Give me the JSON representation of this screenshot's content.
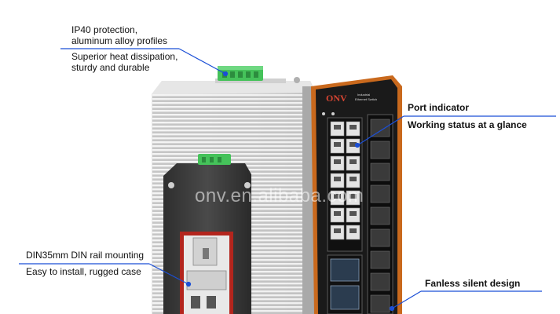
{
  "annotations": {
    "top_left": {
      "line1": "IP40 protection,",
      "line2": "aluminum alloy profiles",
      "line3": "Superior heat dissipation,",
      "line4": "sturdy and durable"
    },
    "port_indicator": {
      "title": "Port indicator",
      "subtitle": "Working status at a glance"
    },
    "din_rail": {
      "title": "DIN35mm DIN rail mounting",
      "subtitle": "Easy to install, rugged case"
    },
    "fanless": {
      "title": "Fanless silent design"
    }
  },
  "device": {
    "brand_logo": "ONV",
    "panel_text_line1": "Industrial",
    "panel_text_line2": "Ethernet Switch"
  },
  "watermark": "onv.en.alibaba.com",
  "colors": {
    "accent_blue": "#1b4fd6",
    "panel_orange": "#c9691d",
    "panel_black": "#1a1a1a",
    "terminal_green": "#45c25a",
    "din_red": "#b3251d"
  }
}
